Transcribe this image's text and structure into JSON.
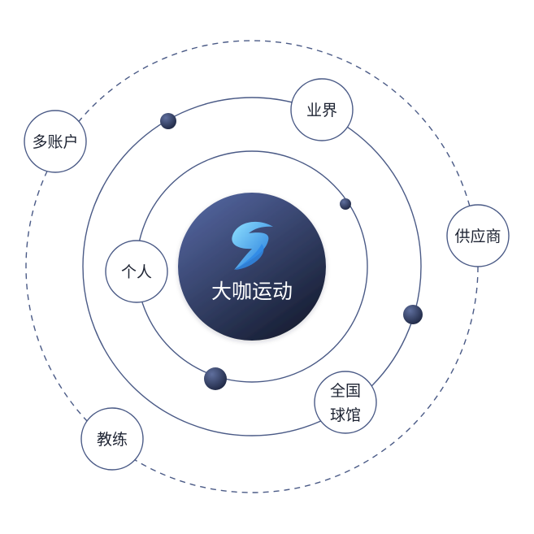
{
  "brand": {
    "name": "大咖运动",
    "logo_icon": "swoosh-s-logo-icon"
  },
  "colors": {
    "orbit_line": "#4a5a86",
    "node_border": "#4a5a86",
    "node_fill": "#ffffff",
    "center_top": "#4b5c92",
    "center_bottom": "#1a2238",
    "planet": "#2b3658",
    "logo_light": "#7fd3ff",
    "logo_dark": "#1f7fe0"
  },
  "nodes": {
    "multi_account": "多账户",
    "industry": "业界",
    "supplier": "供应商",
    "individual": "个人",
    "venue_line1": "全国",
    "venue_line2": "球馆",
    "coach": "教练"
  }
}
